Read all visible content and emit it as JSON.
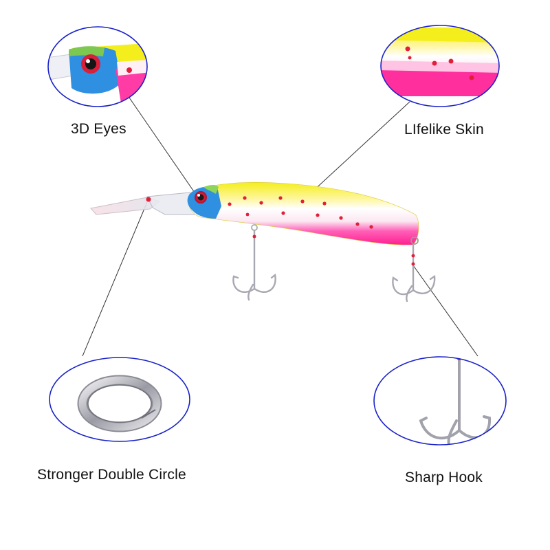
{
  "callouts": {
    "eyes": "3D Eyes",
    "skin": "LIfelike Skin",
    "ring": "Stronger Double Circle",
    "hook": "Sharp Hook"
  },
  "colors": {
    "circle_outline": "#1a22c8",
    "body_yellow": "#f2ec1e",
    "body_pink": "#ff2f9e",
    "eye_blue": "#2f8fe0",
    "spot_red": "#e0203a",
    "metal": "#b8b8c0"
  },
  "icons": [
    "eye-detail",
    "skin-detail",
    "split-ring",
    "treble-hook",
    "fishing-lure"
  ]
}
